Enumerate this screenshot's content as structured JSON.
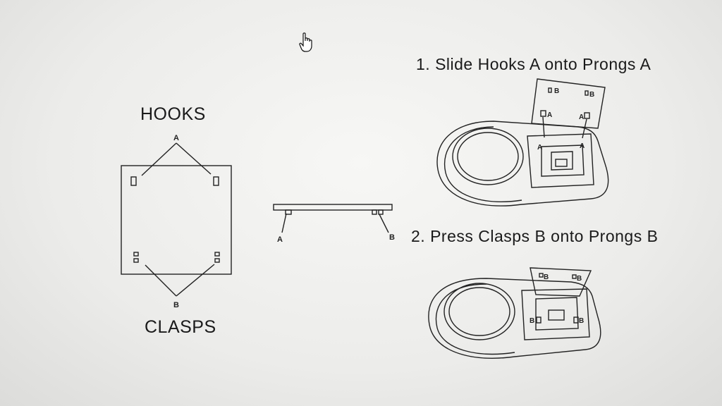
{
  "left_panel": {
    "hooks_title": "HOOKS",
    "clasps_title": "CLASPS",
    "label_a": "A",
    "label_b": "B"
  },
  "side_view": {
    "label_a": "A",
    "label_b": "B"
  },
  "step1": {
    "text": "1. Slide Hooks A onto Prongs A",
    "labels": [
      "B",
      "B",
      "A",
      "A",
      "A",
      "A"
    ]
  },
  "step2": {
    "text": "2. Press Clasps B onto Prongs B",
    "labels": [
      "B",
      "B",
      "B",
      "B"
    ]
  },
  "cursor_icon": "hand-pointer-icon"
}
